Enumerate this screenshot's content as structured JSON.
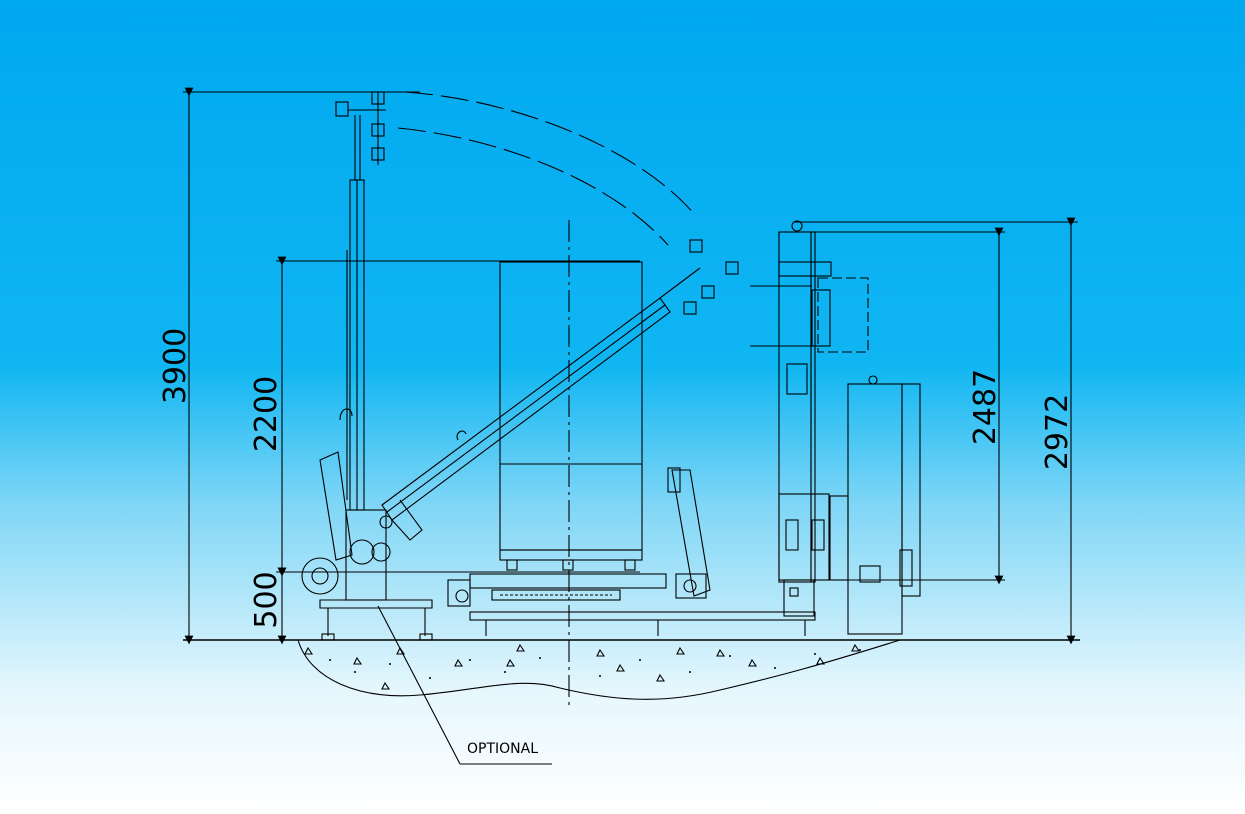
{
  "dimensions": {
    "height_raised": "3900",
    "height_column": "2200",
    "height_base": "500",
    "height_inner": "2487",
    "height_outer": "2972"
  },
  "notes": {
    "optional_label": "OPTIONAL"
  },
  "colors": {
    "background_top": "#00aaf0",
    "background_bottom": "#ffffff",
    "line": "#000000"
  }
}
